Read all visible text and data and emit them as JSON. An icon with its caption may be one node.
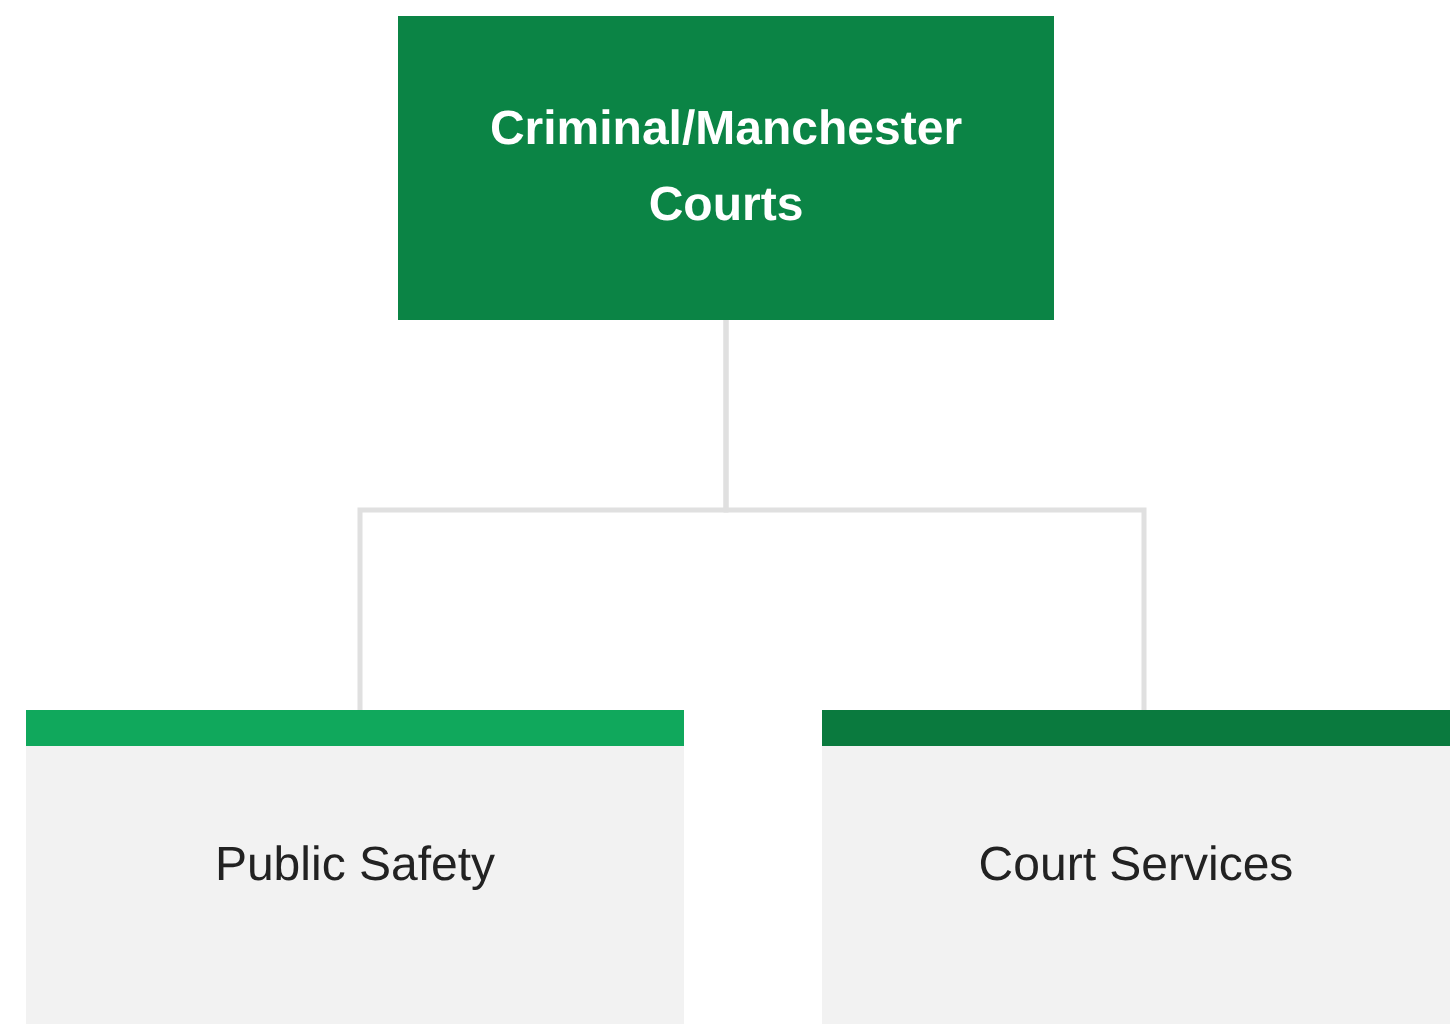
{
  "diagram": {
    "nodes": [
      {
        "text": [
          "Criminal/Manchester Courts"
        ]
      },
      {
        "text": [
          "Public Safety"
        ]
      },
      {
        "text": [
          "Court Services"
        ]
      }
    ],
    "edges": [
      {
        "from": 0,
        "to": 1,
        "arrow": "none"
      },
      {
        "from": 0,
        "to": 2,
        "arrow": "none"
      }
    ]
  }
}
